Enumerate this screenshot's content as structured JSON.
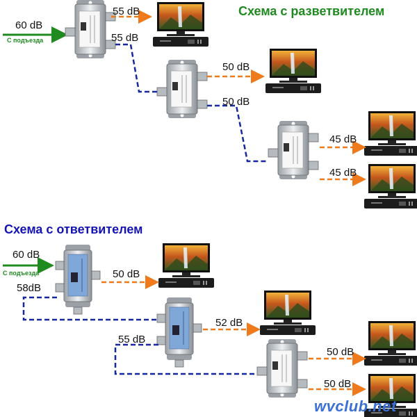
{
  "colors": {
    "green_title": "#1f8a1f",
    "blue_title": "#1414b4",
    "orange_link": "#ee7a1c",
    "blue_link": "#1628a0",
    "green_arrow": "#1f8a1f",
    "watermark": "#3a6fd6"
  },
  "splitter_scheme": {
    "title": "Схема с разветвителем",
    "input_level": "60 dB",
    "input_label": "С подъезда",
    "levels": [
      "55 dB",
      "55 dB",
      "50 dB",
      "50 dB",
      "45 dB",
      "45 dB"
    ]
  },
  "tap_scheme": {
    "title": "Схема с ответвителем",
    "input_level": "60 dB",
    "input_label": "С подъезда",
    "levels": [
      "50 dB",
      "58dB",
      "52 dB",
      "55 dB",
      "50 dB",
      "50 dB"
    ]
  },
  "icons": {
    "splitter": "splitter-icon",
    "tap": "tap-icon",
    "tv": "tv-icon",
    "set_top_box": "set-top-box-icon"
  },
  "watermark": "wvclub.net"
}
